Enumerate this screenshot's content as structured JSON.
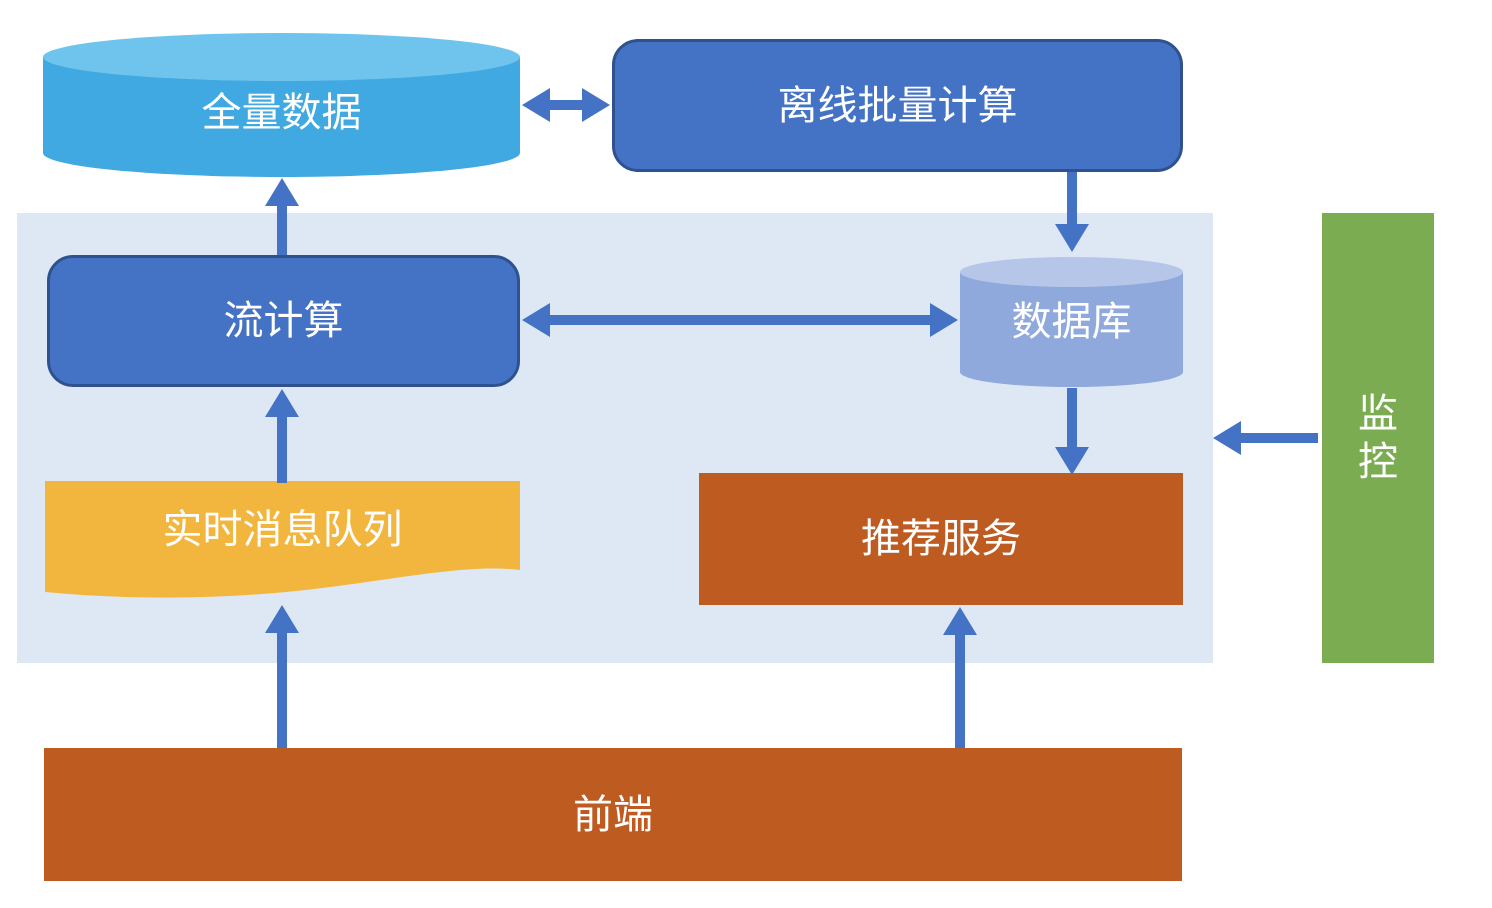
{
  "nodes": {
    "full_data": {
      "label": "全量数据",
      "shape": "cylinder"
    },
    "offline_batch": {
      "label": "离线批量计算",
      "shape": "rounded-rect"
    },
    "stream_compute": {
      "label": "流计算",
      "shape": "rounded-rect"
    },
    "database": {
      "label": "数据库",
      "shape": "cylinder"
    },
    "realtime_queue": {
      "label": "实时消息队列",
      "shape": "document-wave"
    },
    "recommend_service": {
      "label": "推荐服务",
      "shape": "rect"
    },
    "frontend": {
      "label": "前端",
      "shape": "rect"
    },
    "monitor": {
      "label": "监控",
      "shape": "rect"
    }
  },
  "edges": [
    {
      "from": "full_data",
      "to": "offline_batch",
      "type": "bidirectional"
    },
    {
      "from": "offline_batch",
      "to": "database",
      "type": "directed"
    },
    {
      "from": "stream_compute",
      "to": "full_data",
      "type": "directed"
    },
    {
      "from": "stream_compute",
      "to": "database",
      "type": "bidirectional"
    },
    {
      "from": "realtime_queue",
      "to": "stream_compute",
      "type": "directed"
    },
    {
      "from": "database",
      "to": "recommend_service",
      "type": "directed"
    },
    {
      "from": "frontend",
      "to": "realtime_queue",
      "type": "directed"
    },
    {
      "from": "frontend",
      "to": "recommend_service",
      "type": "directed"
    },
    {
      "from": "monitor",
      "to": "realtime_panel",
      "type": "directed"
    }
  ],
  "colors": {
    "arrow": "#4472C4",
    "box_fill": "#4472C4",
    "box_border": "#2F528F",
    "panel_bg": "#DEE8F4",
    "cylinder_data_body": "#41A9E1",
    "cylinder_data_top": "#6FC4EE",
    "cylinder_db_body": "#8FA9DC",
    "cylinder_db_top": "#B5C6E9",
    "queue_fill": "#F2B63E",
    "service_fill": "#BD5B21",
    "monitor_fill": "#7CAC52",
    "label_text": "#FFFFFF"
  }
}
